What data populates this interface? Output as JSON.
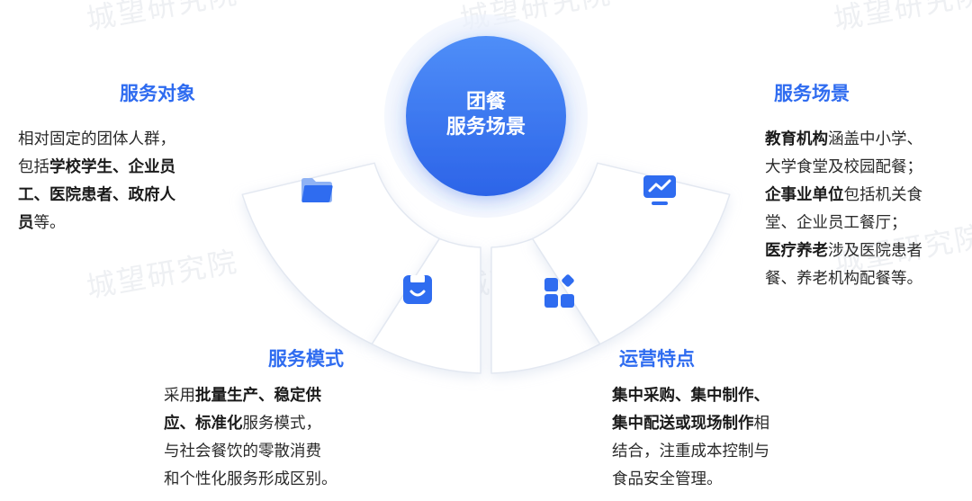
{
  "watermark": "城望研究院",
  "center": {
    "line1": "团餐",
    "line2": "服务场景"
  },
  "sections": {
    "service_target": {
      "title": "服务对象",
      "t1": "相对固定的团体人群，",
      "t2": "包括",
      "b1": "学校学生、企业员",
      "b2": "工、医院患者、政府人",
      "b3": "员",
      "t3": "等。"
    },
    "service_scene": {
      "title": "服务场景",
      "b1": "教育机构",
      "t1": "涵盖中小学、",
      "t2": "大学食堂及校园配餐；",
      "b2": "企事业单位",
      "t3": "包括机关食",
      "t4": "堂、企业员工餐厅；",
      "b3": "医疗养老",
      "t5": "涉及医院患者",
      "t6": "餐、养老机构配餐等。"
    },
    "service_mode": {
      "title": "服务模式",
      "t1": "采用",
      "b1": "批量生产、稳定供",
      "b2": "应、标准化",
      "t2": "服务模式，",
      "t3": "与社会餐饮的零散消费",
      "t4": "和个性化服务形成区别。"
    },
    "operation": {
      "title": "运营特点",
      "b1": "集中采购、集中制作、",
      "b2": "集中配送或现场制作",
      "t1": "相",
      "t2": "结合，注重成本控制与",
      "t3": "食品安全管理。"
    }
  },
  "icons": {
    "service_target": "folder-icon",
    "service_mode": "tray-icon",
    "operation": "widgets-icon",
    "service_scene": "monitor-chart-icon"
  },
  "colors": {
    "accent": "#2f6cf0",
    "circle_light": "#4f8ef8",
    "circle_dark": "#2c64e8",
    "halo": "#dbe7fb",
    "card_border": "#e3e8f1"
  }
}
